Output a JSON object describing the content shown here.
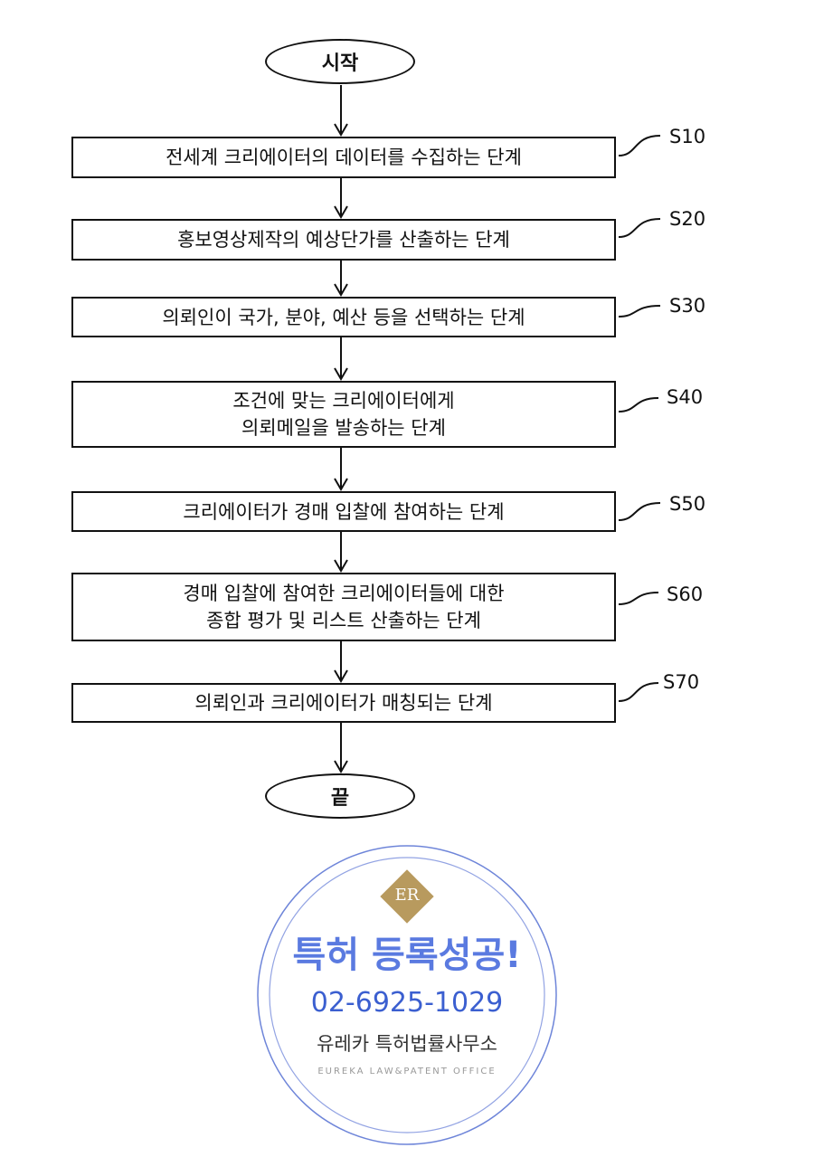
{
  "start": "시작",
  "end": "끝",
  "steps": [
    {
      "id": "S10",
      "text": "전세계 크리에이터의 데이터를 수집하는 단계"
    },
    {
      "id": "S20",
      "text": "홍보영상제작의 예상단가를 산출하는 단계"
    },
    {
      "id": "S30",
      "text": "의뢰인이 국가, 분야, 예산 등을 선택하는 단계"
    },
    {
      "id": "S40",
      "text": "조건에 맞는 크리에이터에게\n의뢰메일을 발송하는 단계"
    },
    {
      "id": "S50",
      "text": "크리에이터가 경매 입찰에 참여하는 단계"
    },
    {
      "id": "S60",
      "text": "경매 입찰에 참여한  크리에이터들에 대한\n종합 평가 및 리스트 산출하는 단계"
    },
    {
      "id": "S70",
      "text": "의뢰인과 크리에이터가 매칭되는 단계"
    }
  ],
  "watermark": {
    "logo": "ER",
    "headline": "특허 등록성공!",
    "phone": "02-6925-1029",
    "office_ko": "유레카 특허법률사무소",
    "office_en": "EUREKA LAW&PATENT OFFICE"
  }
}
